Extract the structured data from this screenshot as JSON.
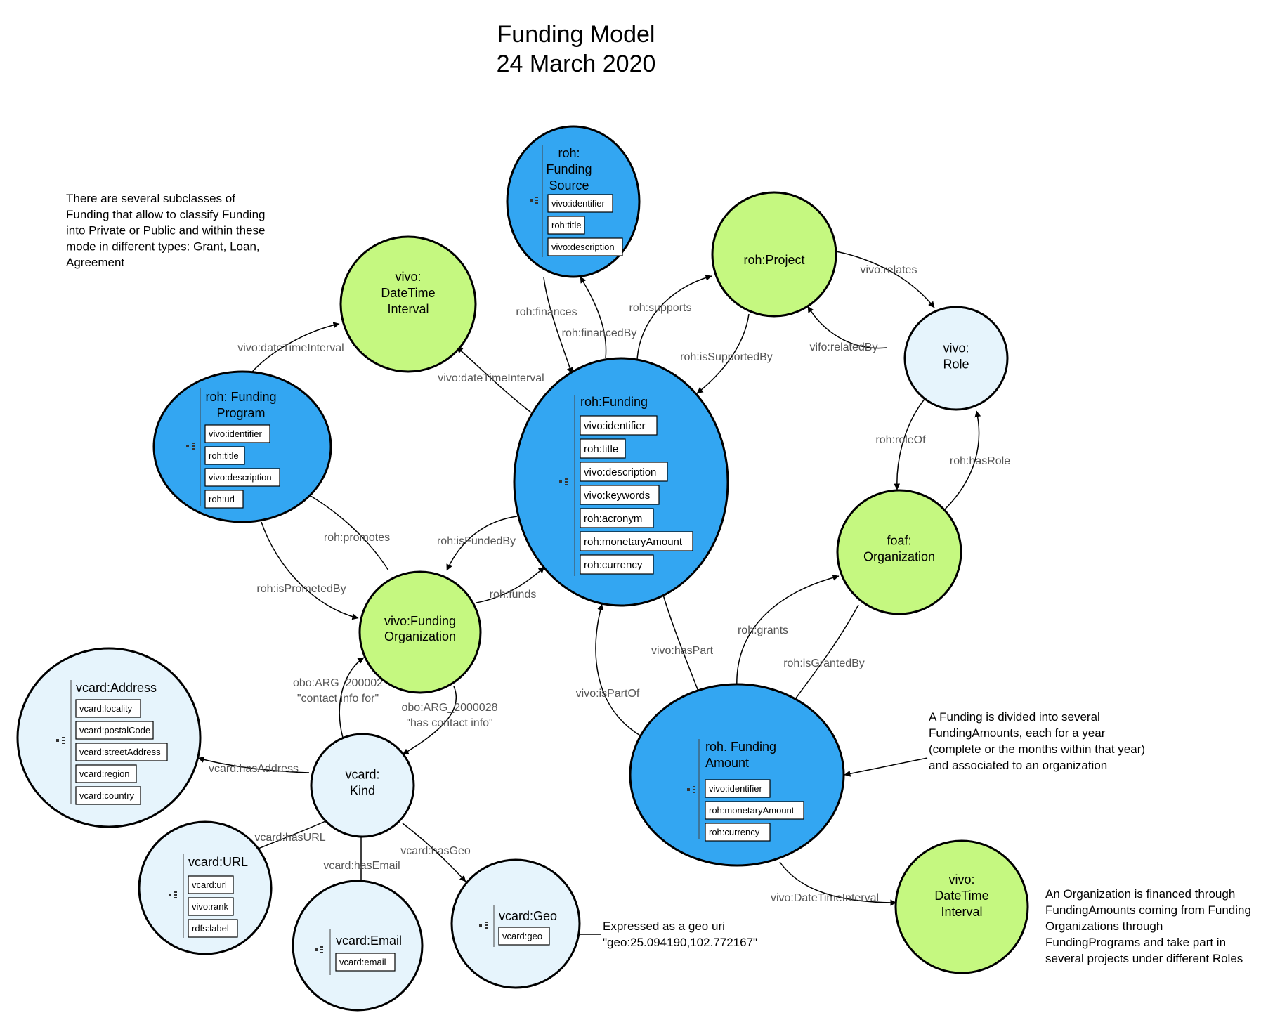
{
  "title": {
    "line1": "Funding Model",
    "line2": "24 March 2020"
  },
  "notes": {
    "subclasses": [
      "There are several subclasses of",
      "Funding that allow to classify Funding",
      "into Private or Public and within these",
      "mode in different types: Grant, Loan,",
      "Agreement"
    ],
    "funding_amounts": [
      "A Funding is divided into several",
      "FundingAmounts, each for a year",
      "(complete or the months within that year)",
      "and associated to an organization"
    ],
    "geo": [
      "Expressed as a geo uri",
      "\"geo:25.094190,102.772167\""
    ],
    "organization": [
      "An Organization is financed through",
      "FundingAmounts coming from Funding",
      "Organizations through",
      "FundingPrograms and take part in",
      "several projects under different Roles"
    ]
  },
  "nodes": {
    "funding_source": {
      "title": [
        "roh:",
        "Funding",
        "Source"
      ],
      "attrs": [
        "vivo:identifier",
        "roh:title",
        "vivo:description"
      ]
    },
    "project": {
      "title": [
        "roh:Project"
      ]
    },
    "datetime_top": {
      "title": [
        "vivo:",
        "DateTime",
        "Interval"
      ]
    },
    "role": {
      "title": [
        "vivo:",
        "Role"
      ]
    },
    "funding_program": {
      "title": [
        "roh: Funding",
        "Program"
      ],
      "attrs": [
        "vivo:identifier",
        "roh:title",
        "vivo:description",
        "roh:url"
      ]
    },
    "funding": {
      "title": [
        "roh:Funding"
      ],
      "attrs": [
        "vivo:identifier",
        "roh:title",
        "vivo:description",
        "vivo:keywords",
        "roh:acronym",
        "roh:monetaryAmount",
        "roh:currency"
      ]
    },
    "foaf_org": {
      "title": [
        "foaf:",
        "Organization"
      ]
    },
    "funding_org": {
      "title": [
        "vivo:Funding",
        "Organization"
      ]
    },
    "address": {
      "title": [
        "vcard:Address"
      ],
      "attrs": [
        "vcard:locality",
        "vcard:postalCode",
        "vcard:streetAddress",
        "vcard:region",
        "vcard:country"
      ]
    },
    "kind": {
      "title": [
        "vcard:",
        "Kind"
      ]
    },
    "funding_amount": {
      "title": [
        "roh. Funding",
        "Amount"
      ],
      "attrs": [
        "vivo:identifier",
        "roh:monetaryAmount",
        "roh:currency"
      ]
    },
    "url": {
      "title": [
        "vcard:URL"
      ],
      "attrs": [
        "vcard:url",
        "vivo:rank",
        "rdfs:label"
      ]
    },
    "email": {
      "title": [
        "vcard:Email"
      ],
      "attrs": [
        "vcard:email"
      ]
    },
    "geo": {
      "title": [
        "vcard:Geo"
      ],
      "attrs": [
        "vcard:geo"
      ]
    },
    "datetime_bottom": {
      "title": [
        "vivo:",
        "DateTime",
        "Interval"
      ]
    }
  },
  "edge_labels": {
    "finances": "roh:finances",
    "financedBy": "roh:financedBy",
    "supports": "roh:supports",
    "isSupportedBy": "roh:isSupportedBy",
    "relates": "vivo:relates",
    "relatedBy": "vifo:relatedBy",
    "dateTimeInterval_program": "vivo:dateTimeInterval",
    "dateTimeInterval_funding": "vivo:dateTimeInterval",
    "roleOf": "roh:roleOf",
    "hasRole": "roh:hasRole",
    "promotes": "roh:promotes",
    "isFundedBy": "roh:isFundedBy",
    "isPrometedBy": "roh:isPrometedBy",
    "funds": "roh:funds",
    "grants": "roh:grants",
    "isGrantedBy": "roh:isGrantedBy",
    "hasPart": "vivo:hasPart",
    "isPartOf": "vivo:isPartOf",
    "contactInfoFor": [
      "obo:ARG_200002",
      "\"contact info for\""
    ],
    "hasContactInfo": [
      "obo:ARG_2000028",
      "\"has contact info\""
    ],
    "hasAddress": "vcard:hasAddress",
    "hasURL": "vcard:hasURL",
    "hasEmail": "vcard:hasEmail",
    "hasGeo": "vcard:hasGeo",
    "dateTimeInterval_amount": "vivo:DateTimeInterval"
  },
  "colors": {
    "blue": "#33a6f2",
    "green": "#c5f880",
    "pale": "#e6f4fc"
  }
}
